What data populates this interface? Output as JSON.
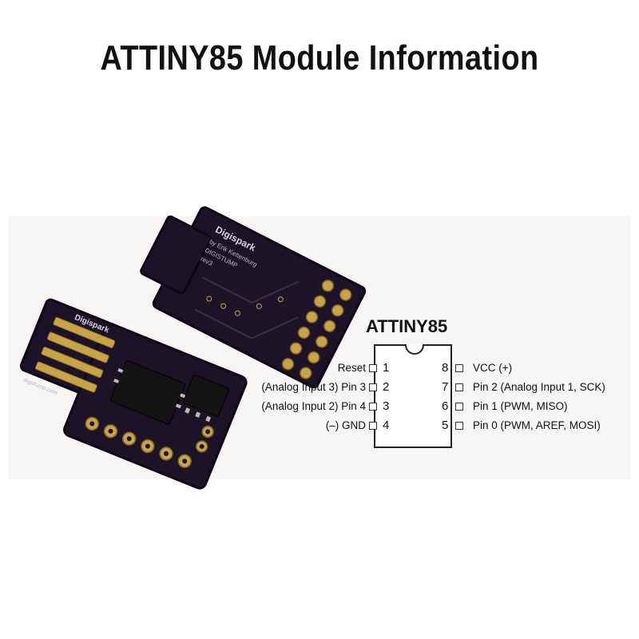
{
  "page": {
    "title": "ATTINY85 Module Information"
  },
  "photo": {
    "description_icon": "digispark-board-photo-icon",
    "front_board_silkscreen": "Digispark",
    "front_board_url": "digistump.com",
    "back_board_silkscreen": "Digispark",
    "back_board_text_1": "by Erik Kettenburg",
    "back_board_text_2": "DIGISTUMP",
    "back_board_text_3": "rev3",
    "pcb_color": "#1c1328",
    "pad_color": "#c9a447"
  },
  "pinout": {
    "chip_name": "ATTINY85",
    "left_pins": [
      {
        "label": "Reset",
        "number": "1"
      },
      {
        "label": "(Analog Input 3) Pin 3",
        "number": "2"
      },
      {
        "label": "(Analog Input 2) Pin 4",
        "number": "3"
      },
      {
        "label": "(–) GND",
        "number": "4"
      }
    ],
    "right_pins": [
      {
        "number": "8",
        "label": "VCC (+)"
      },
      {
        "number": "7",
        "label": "Pin 2 (Analog Input 1, SCK)"
      },
      {
        "number": "6",
        "label": "Pin 1 (PWM, MISO)"
      },
      {
        "number": "5",
        "label": "Pin 0 (PWM, AREF, MOSI)"
      }
    ]
  }
}
